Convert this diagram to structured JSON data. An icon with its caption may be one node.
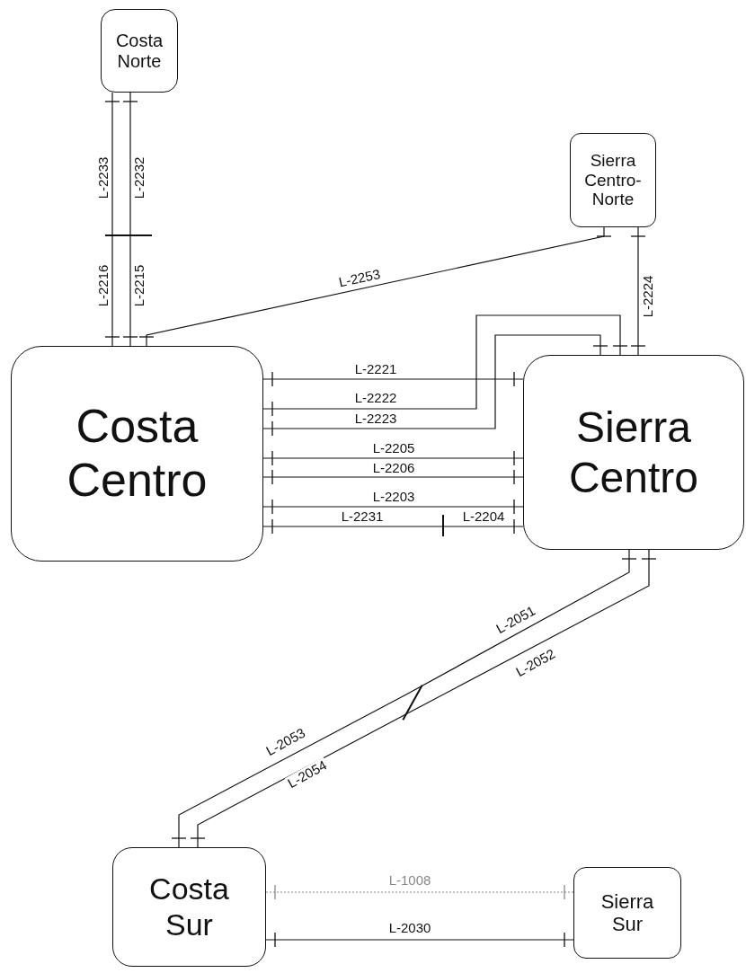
{
  "diagram": {
    "nodes": [
      {
        "text": [
          "Costa Norte"
        ]
      },
      {
        "text": [
          "Sierra Centro-Norte"
        ]
      },
      {
        "text": [],
        "shape": "bar"
      },
      {
        "text": [
          "Costa Centro"
        ]
      },
      {
        "text": [
          "Sierra Centro"
        ]
      },
      {
        "text": [],
        "shape": "bar"
      },
      {
        "text": [],
        "shape": "bar"
      },
      {
        "text": [
          "Costa Sur"
        ]
      },
      {
        "text": [
          "Sierra Sur"
        ]
      }
    ],
    "edges": [
      {
        "from": 0,
        "to": 2,
        "arrow": "other",
        "label": "L-2233"
      },
      {
        "from": 0,
        "to": 2,
        "arrow": "other",
        "label": "L-2232"
      },
      {
        "from": 2,
        "to": 3,
        "arrow": "other",
        "label": "L-2216"
      },
      {
        "from": 2,
        "to": 3,
        "arrow": "other",
        "label": "L-2215"
      },
      {
        "from": 3,
        "to": 1,
        "arrow": "other",
        "label": "L-2253"
      },
      {
        "from": 1,
        "to": 4,
        "arrow": "other",
        "label": "L-2224"
      },
      {
        "from": 3,
        "to": 4,
        "arrow": "other",
        "label": "L-2221"
      },
      {
        "from": 3,
        "to": 4,
        "arrow": "other",
        "label": "L-2222"
      },
      {
        "from": 3,
        "to": 4,
        "arrow": "other",
        "label": "L-2223"
      },
      {
        "from": 3,
        "to": 4,
        "arrow": "other",
        "label": "L-2205"
      },
      {
        "from": 3,
        "to": 4,
        "arrow": "other",
        "label": "L-2206"
      },
      {
        "from": 3,
        "to": 4,
        "arrow": "other",
        "label": "L-2203"
      },
      {
        "from": 3,
        "to": 5,
        "arrow": "other",
        "label": "L-2231"
      },
      {
        "from": 5,
        "to": 4,
        "arrow": "other",
        "label": "L-2204"
      },
      {
        "from": 4,
        "to": 6,
        "arrow": "other",
        "label": "L-2051"
      },
      {
        "from": 4,
        "to": 6,
        "arrow": "other",
        "label": "L-2052"
      },
      {
        "from": 6,
        "to": 7,
        "arrow": "other",
        "label": "L-2053"
      },
      {
        "from": 6,
        "to": 7,
        "arrow": "other",
        "label": "L-2054"
      },
      {
        "from": 7,
        "to": 8,
        "arrow": "other",
        "label": "L-1008",
        "style": "dashed",
        "color": "#888888"
      },
      {
        "from": 7,
        "to": 8,
        "arrow": "other",
        "label": "L-2030"
      }
    ]
  }
}
